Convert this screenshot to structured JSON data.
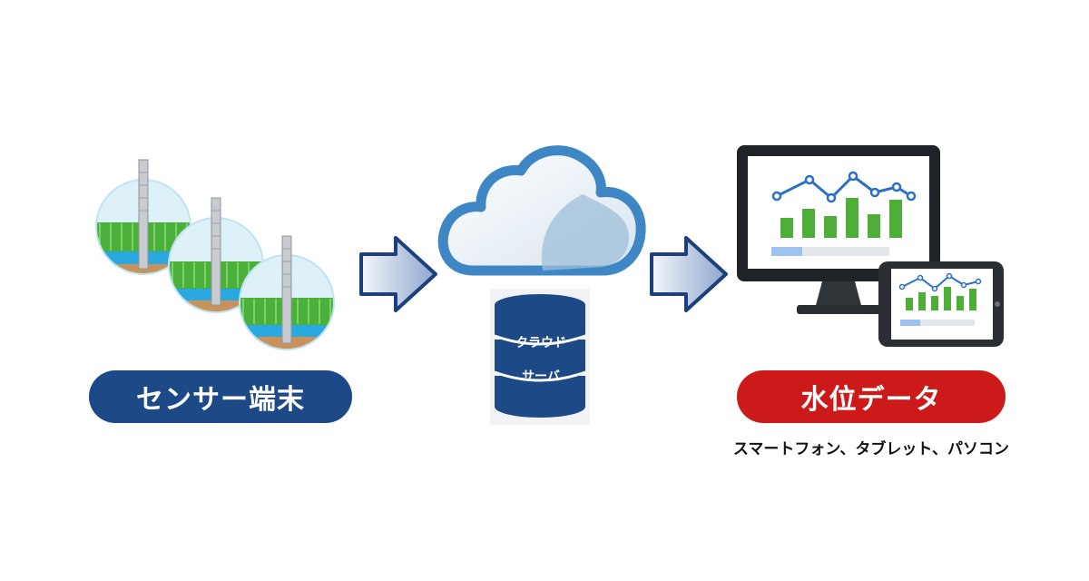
{
  "labels": {
    "sensor": "センサー端末",
    "water_level": "水位データ",
    "devices": "スマートフォン、タブレット、パソコン",
    "db_line1": "クラウド",
    "db_line2": "サーバ"
  },
  "colors": {
    "navy": "#1d4a86",
    "red": "#cc1a1a",
    "grass": "#4bb03a",
    "water": "#2aa8e0",
    "soil": "#c9925a",
    "cloud": "#3f86c4",
    "chart_bar": "#4fae3a",
    "chart_line": "#2a6fc8"
  },
  "icons": [
    "sensor-icon",
    "arrow-right-icon",
    "cloud-icon",
    "database-icon",
    "monitor-icon",
    "tablet-icon"
  ]
}
